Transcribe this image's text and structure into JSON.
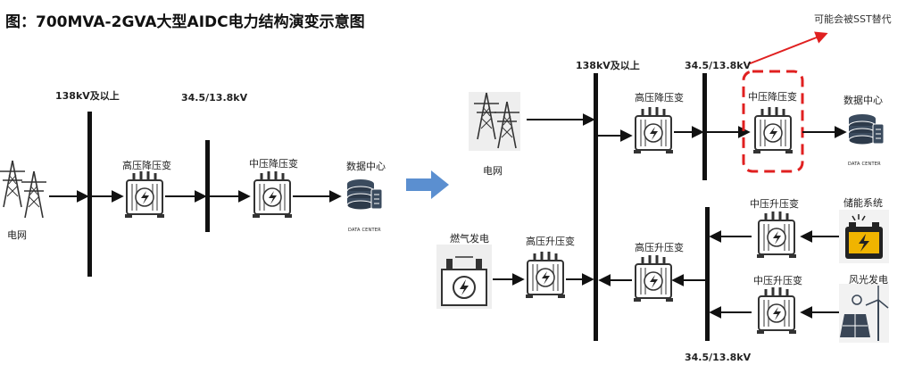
{
  "title": "图：700MVA-2GVA大型AIDC电力结构演变示意图",
  "left": {
    "grid": "电网",
    "bus_high": "138kV及以上",
    "bus_mid": "34.5/13.8kV",
    "hv_step_down": "高压降压变",
    "mv_step_down": "中压降压变",
    "data_center": "数据中心",
    "data_center_logo": "DATA CENTER"
  },
  "right": {
    "grid": "电网",
    "bus_high": "138kV及以上",
    "bus_mid_top": "34.5/13.8kV",
    "bus_mid_bottom": "34.5/13.8kV",
    "hv_step_down": "高压降压变",
    "mv_step_down": "中压降压变",
    "data_center": "数据中心",
    "data_center_logo": "DATA CENTER",
    "sst_note": "可能会被SST替代",
    "gas_gen": "燃气发电",
    "hv_step_up_gas": "高压升压变",
    "hv_step_up": "高压升压变",
    "mv_step_up_storage": "中压升压变",
    "mv_step_up_renew": "中压升压变",
    "storage": "储能系统",
    "renewables": "风光发电"
  }
}
